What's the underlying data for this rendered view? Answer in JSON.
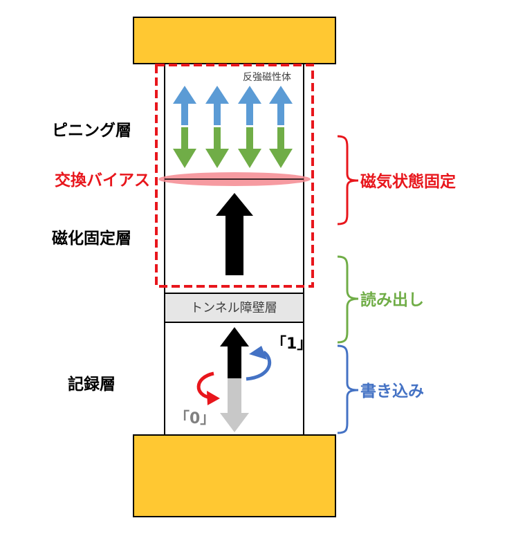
{
  "labels": {
    "antiferromagnet": "反強磁性体",
    "pinning_layer": "ピニング層",
    "exchange_bias": "交換バイアス",
    "pinned_layer": "磁化固定層",
    "tunnel_barrier": "トンネル障壁層",
    "recording_layer": "記録層",
    "state_one": "「1」",
    "state_zero": "「0」"
  },
  "brackets": {
    "fixed_state": "磁気状態固定",
    "read": "読み出し",
    "write": "書き込み"
  },
  "colors": {
    "electrode": "#FFC832",
    "exchange_bias": "#E8161C",
    "spin_up": "#5B9BD5",
    "spin_down": "#70AD47",
    "write": "#4472C4",
    "write_zero": "#E8161C",
    "read": "#70AD47",
    "tunnel_fill": "#E6E6E6",
    "recording_down": "#C8C8C8"
  }
}
